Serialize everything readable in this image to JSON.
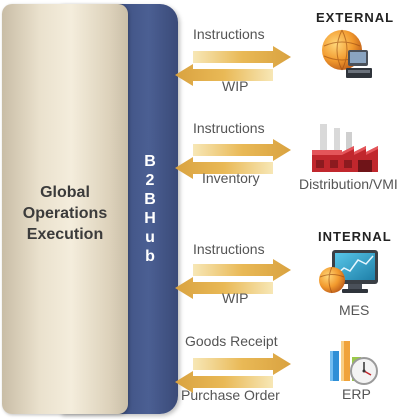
{
  "operations_panel": {
    "title": "Global\nOperations\nExecution"
  },
  "hub_panel": {
    "letters": [
      "B",
      "2",
      "B",
      "H",
      "u",
      "b"
    ]
  },
  "sections": {
    "external": "EXTERNAL",
    "internal": "INTERNAL"
  },
  "flows": [
    {
      "top_label": "Instructions",
      "bottom_label": "WIP",
      "system": ""
    },
    {
      "top_label": "Instructions",
      "bottom_label": "Inventory",
      "system": "Distribution/VMI"
    },
    {
      "top_label": "Instructions",
      "bottom_label": "WIP",
      "system": "MES"
    },
    {
      "top_label": "Goods Receipt",
      "bottom_label": "Purchase Order",
      "system": "ERP"
    }
  ],
  "colors": {
    "arrow_gold": "#e7b24a",
    "arrow_light": "#f6e2aa",
    "hub_navy": "#3d4f80",
    "panel_beige": "#f4eddc",
    "factory_red": "#c1272d"
  },
  "icons": [
    "globe-computer-icon",
    "factory-icon",
    "monitor-globe-icon",
    "bar-chart-clock-icon"
  ]
}
